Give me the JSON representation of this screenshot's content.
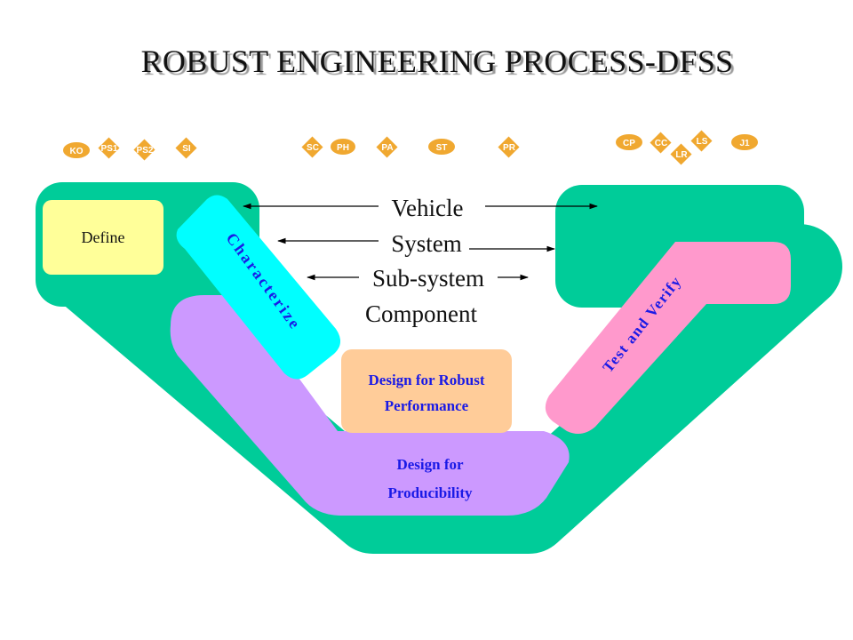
{
  "title": "ROBUST ENGINEERING PROCESS-DFSS",
  "milestones": [
    "KO",
    "PS1",
    "PS2",
    "SI",
    "SC",
    "PH",
    "PA",
    "ST",
    "PR",
    "CP",
    "CC",
    "LS",
    "LR",
    "J1"
  ],
  "phases": {
    "define": "Define",
    "characterize": "Characterize",
    "robust_line1": "Design for Robust",
    "robust_line2": "Performance",
    "producibility_line1": "Design for",
    "producibility_line2": "Producibility",
    "test": "Test and Verify"
  },
  "levels": [
    "Vehicle",
    "System",
    "Sub-system",
    "Component"
  ],
  "colors": {
    "band": "#00CC99",
    "define": "#FFFF99",
    "characterize": "#00FFFF",
    "robust": "#FFCC99",
    "producibility": "#CC99FF",
    "test": "#FF99CC",
    "milestone": "#F0A830",
    "phase_text": "#1A1AE6"
  }
}
